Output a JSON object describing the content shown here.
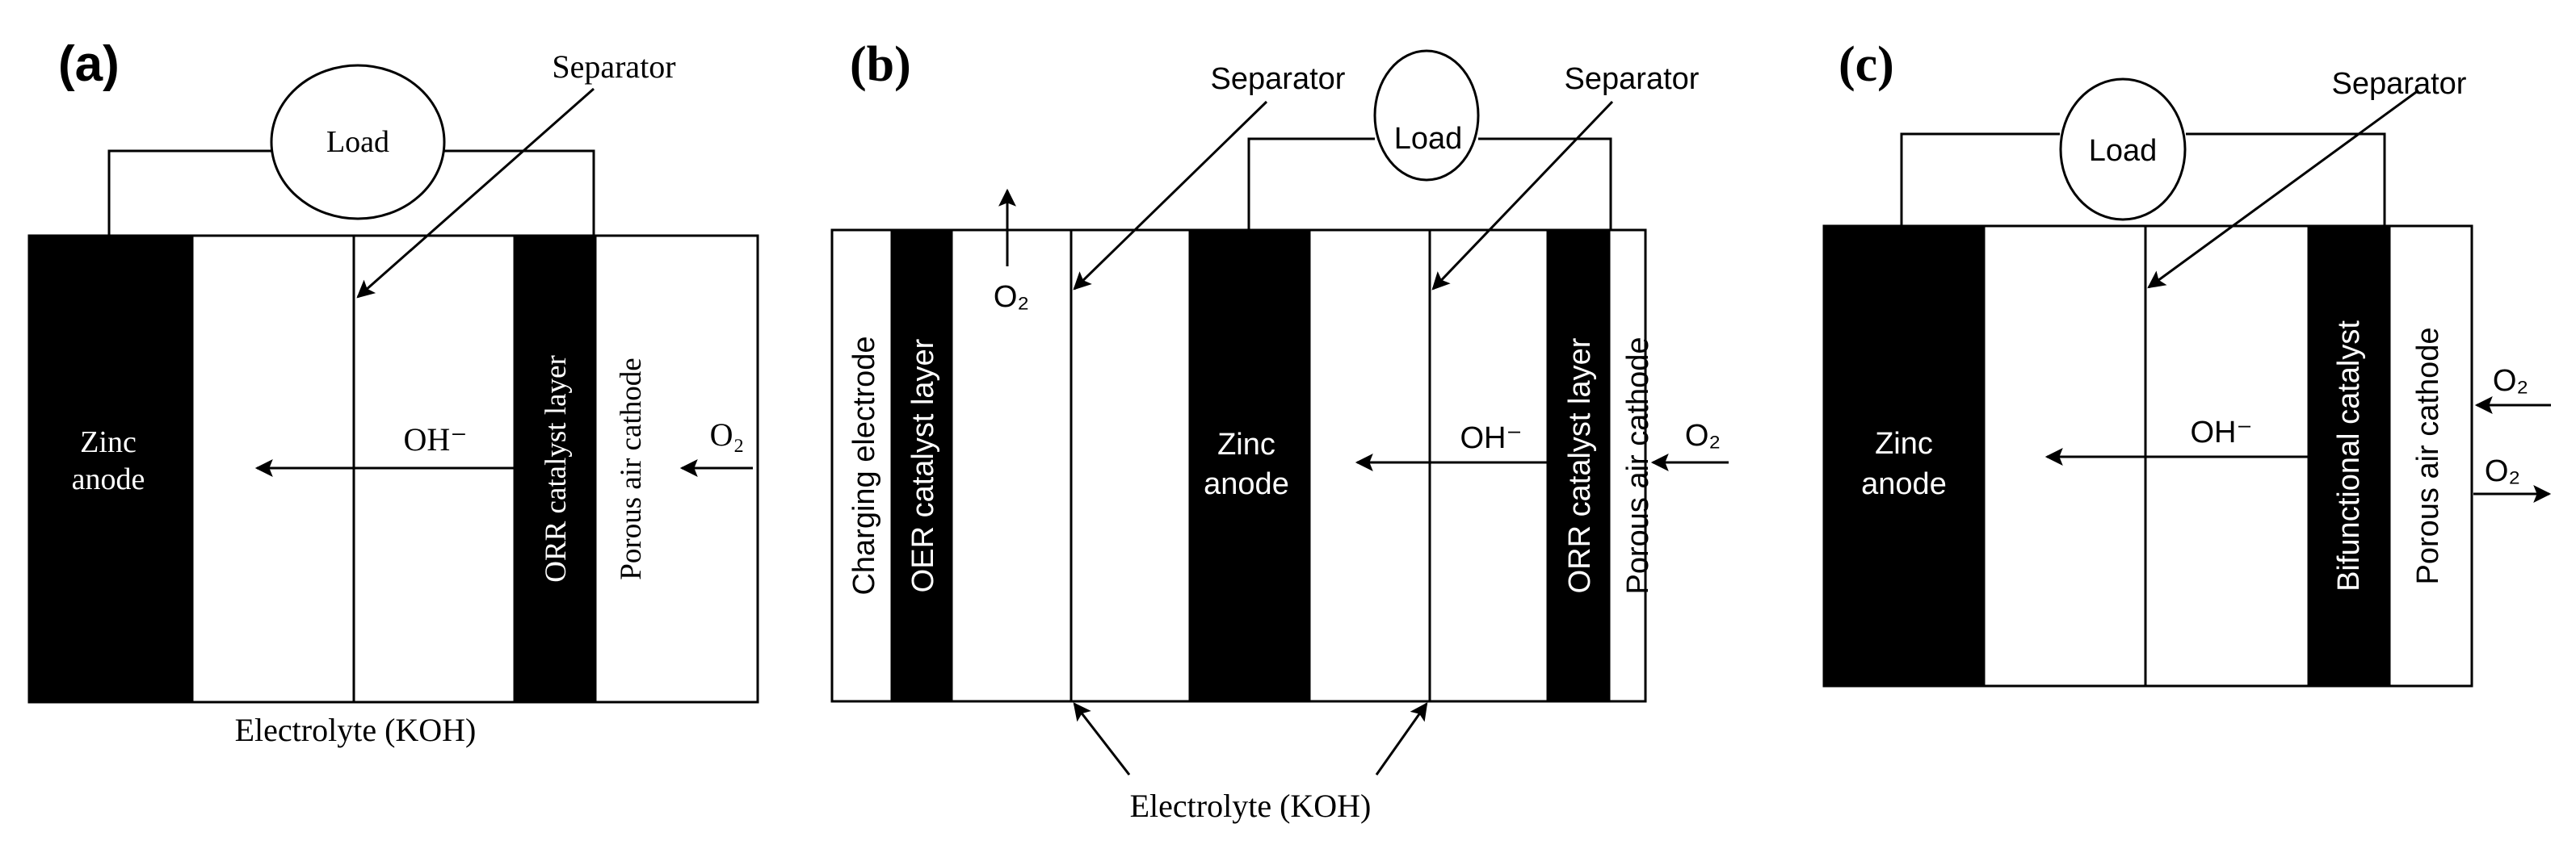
{
  "colors": {
    "background": "#ffffff",
    "ink": "#000000"
  },
  "panel_a": {
    "label": "(a)",
    "load": "Load",
    "separator": "Separator",
    "zinc_line1": "Zinc",
    "zinc_line2": "anode",
    "orr_layer": "ORR catalyst layer",
    "cathode": "Porous air cathode",
    "hydroxide": "OH⁻",
    "oxygen": "O₂",
    "electrolyte": "Electrolyte (KOH)"
  },
  "panel_b": {
    "label": "(b)",
    "load": "Load",
    "separator_left": "Separator",
    "separator_right": "Separator",
    "charging_electrode": "Charging electrode",
    "oer_layer": "OER catalyst layer",
    "oxygen_out": "O₂",
    "zinc_line1": "Zinc",
    "zinc_line2": "anode",
    "hydroxide": "OH⁻",
    "orr_layer": "ORR catalyst layer",
    "cathode": "Porous air cathode",
    "oxygen_in": "O₂",
    "electrolyte": "Electrolyte (KOH)"
  },
  "panel_c": {
    "label": "(c)",
    "load": "Load",
    "separator": "Separator",
    "zinc_line1": "Zinc",
    "zinc_line2": "anode",
    "hydroxide": "OH⁻",
    "bifunctional": "Bifunctional catalyst",
    "cathode": "Porous air cathode",
    "oxygen_in": "O₂",
    "oxygen_out": "O₂"
  }
}
